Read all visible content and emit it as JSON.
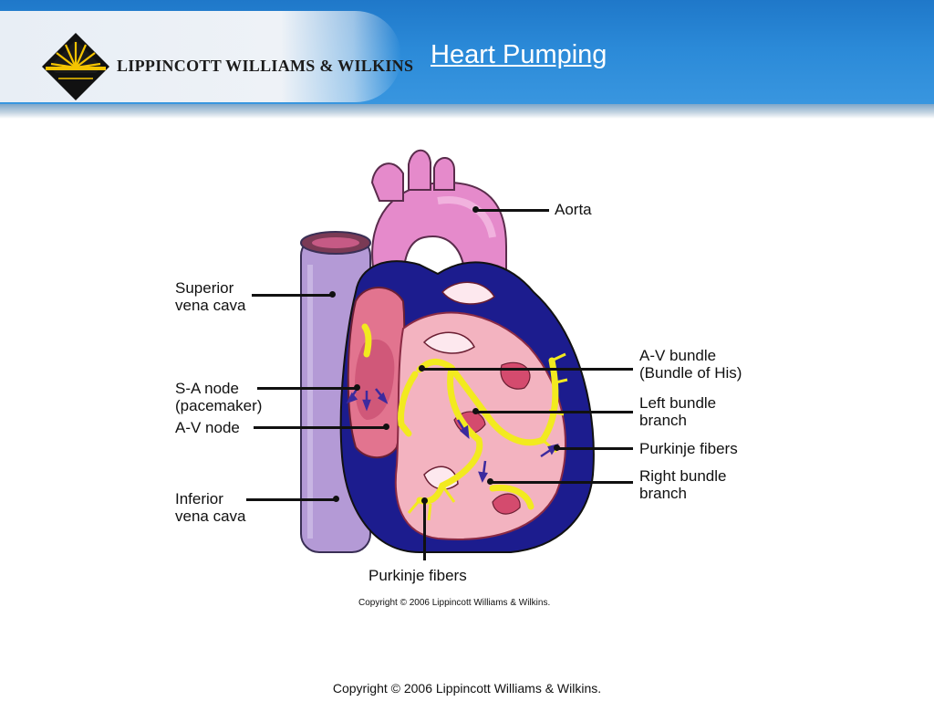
{
  "header": {
    "publisher": "LIPPINCOTT WILLIAMS & WILKINS",
    "slide_title": "Heart Pumping"
  },
  "diagram": {
    "labels": {
      "aorta": "Aorta",
      "superior_vena_cava_1": "Superior",
      "superior_vena_cava_2": "vena cava",
      "sa_node_1": "S-A node",
      "sa_node_2": "(pacemaker)",
      "av_node": "A-V node",
      "inferior_vena_cava_1": "Inferior",
      "inferior_vena_cava_2": "vena cava",
      "av_bundle_1": "A-V bundle",
      "av_bundle_2": "(Bundle of His)",
      "left_bundle_1": "Left bundle",
      "left_bundle_2": "branch",
      "purkinje_right": "Purkinje fibers",
      "right_bundle_1": "Right bundle",
      "right_bundle_2": "branch",
      "purkinje_bottom": "Purkinje fibers"
    },
    "figure_copyright": "Copyright © 2006 Lippincott Williams & Wilkins."
  },
  "footer": {
    "copyright": "Copyright © 2006 Lippincott Williams & Wilkins."
  },
  "colors": {
    "banner_blue": "#2b8ad8",
    "vena_cava": "#a890d0",
    "aorta_pink": "#e27fc4",
    "myocardium_blue": "#1a1a8c",
    "chamber_pink": "#f3b7c2",
    "conduction_yellow": "#f2ea1f"
  }
}
